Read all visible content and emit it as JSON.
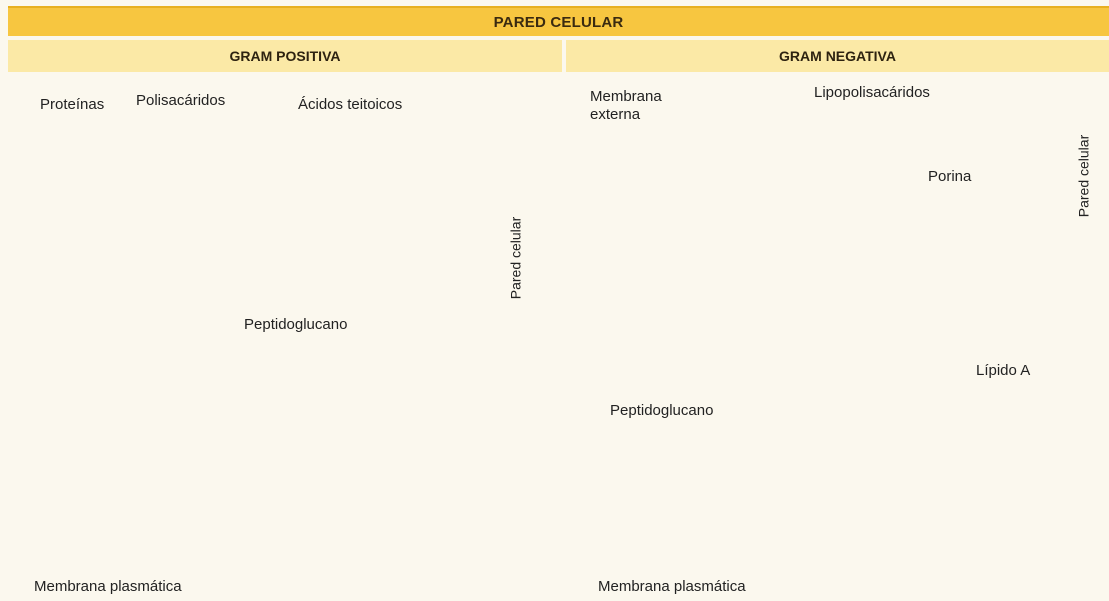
{
  "title": "PARED CELULAR",
  "panels": {
    "left": {
      "header": "GRAM POSITIVA",
      "labels": {
        "proteinas": "Proteínas",
        "polisacaridos": "Polisacáridos",
        "acidos": "Ácidos teitoicos",
        "peptidoglucano": "Peptidoglucano",
        "pared": "Pared celular",
        "membrana": "Membrana plasmática"
      }
    },
    "right": {
      "header": "GRAM NEGATIVA",
      "labels": {
        "membrana_externa_1": "Membrana",
        "membrana_externa_2": "externa",
        "lipopolisacaridos": "Lipopolisacáridos",
        "porina": "Porina",
        "lipido": "Lípido A",
        "peptidoglucano": "Peptidoglucano",
        "pared": "Pared celular",
        "membrana": "Membrana plasmática"
      }
    }
  },
  "colors": {
    "header_bar": "#f7c640",
    "subheader_bar": "#fbe9a6",
    "peptidoglycan": "#d7bf9e",
    "membrane_yellow": "#eedc55",
    "protein_green": "#2f8a63",
    "polysaccharide_red": "#b85f55",
    "lps_blue": "#5ea6d9",
    "lipid_a_square": "#6a77a6",
    "porin": "#d6c8e4"
  }
}
